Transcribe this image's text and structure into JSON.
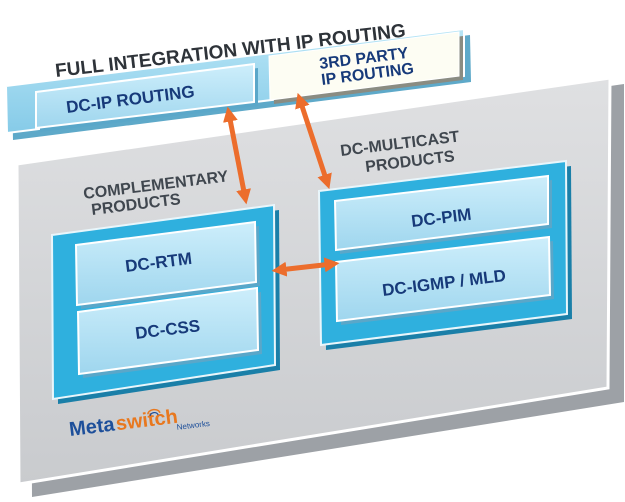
{
  "title": "FULL INTEGRATION WITH IP ROUTING",
  "boxes": {
    "ip_routing": "DC-IP ROUTING",
    "third_party_line1": "3RD PARTY",
    "third_party_line2": "IP ROUTING",
    "pim": "DC-PIM",
    "igmp": "DC-IGMP / MLD",
    "rtm": "DC-RTM",
    "css": "DC-CSS"
  },
  "groups": {
    "complementary_line1": "COMPLEMENTARY",
    "complementary_line2": "PRODUCTS",
    "multicast_line1": "DC-MULTICAST",
    "multicast_line2": "PRODUCTS"
  },
  "logo": {
    "meta": "Meta",
    "switch": "switch",
    "networks": "Networks"
  },
  "colors": {
    "routing_band": "#9fd8ef",
    "platform_gray": "#cfd1d3",
    "panel_cyan": "#2fb0de",
    "box_light": "#b7e4f6",
    "box_text": "#173a7a",
    "heading_text": "#40474f",
    "arrow": "#ec6d2c",
    "white_box": "#fdfdf3",
    "logo_blue": "#1d4f9a",
    "logo_orange": "#e8781f"
  }
}
